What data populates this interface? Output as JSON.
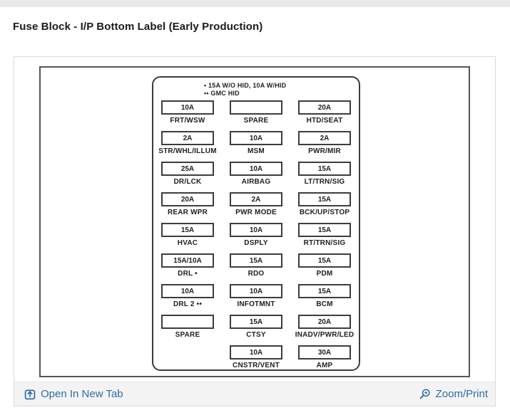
{
  "page": {
    "title": "Fuse Block - I/P Bottom Label (Early Production)"
  },
  "diagram": {
    "notes": [
      "• 15A W/O HID, 10A W/HID",
      "•• GMC HID"
    ],
    "rows": [
      [
        {
          "amp": "10A",
          "label": "FRT/WSW"
        },
        {
          "amp": "",
          "label": "SPARE"
        },
        {
          "amp": "20A",
          "label": "HTD/SEAT"
        }
      ],
      [
        {
          "amp": "2A",
          "label": "STR/WHL/ILLUM"
        },
        {
          "amp": "10A",
          "label": "MSM"
        },
        {
          "amp": "2A",
          "label": "PWR/MIR"
        }
      ],
      [
        {
          "amp": "25A",
          "label": "DR/LCK"
        },
        {
          "amp": "10A",
          "label": "AIRBAG"
        },
        {
          "amp": "15A",
          "label": "LT/TRN/SIG"
        }
      ],
      [
        {
          "amp": "20A",
          "label": "REAR WPR"
        },
        {
          "amp": "2A",
          "label": "PWR MODE"
        },
        {
          "amp": "15A",
          "label": "BCK/UP/STOP"
        }
      ],
      [
        {
          "amp": "15A",
          "label": "HVAC"
        },
        {
          "amp": "10A",
          "label": "DSPLY"
        },
        {
          "amp": "15A",
          "label": "RT/TRN/SIG"
        }
      ],
      [
        {
          "amp": "15A/10A",
          "label": "DRL •"
        },
        {
          "amp": "15A",
          "label": "RDO"
        },
        {
          "amp": "15A",
          "label": "PDM"
        }
      ],
      [
        {
          "amp": "10A",
          "label": "DRL 2 ••"
        },
        {
          "amp": "10A",
          "label": "INFOTMNT"
        },
        {
          "amp": "15A",
          "label": "BCM"
        }
      ],
      [
        {
          "amp": "",
          "label": "SPARE"
        },
        {
          "amp": "15A",
          "label": "CTSY"
        },
        {
          "amp": "20A",
          "label": "INADV/PWR/LED"
        }
      ],
      [
        null,
        {
          "amp": "10A",
          "label": "CNSTR/VENT"
        },
        {
          "amp": "30A",
          "label": "AMP"
        }
      ]
    ]
  },
  "footer": {
    "open_in_new_tab": "Open In New Tab",
    "zoom_print": "Zoom/Print"
  },
  "colors": {
    "link_blue": "#2e6da4",
    "diagram_line": "#3c3c3c",
    "footer_bg": "#f3f3f3"
  }
}
